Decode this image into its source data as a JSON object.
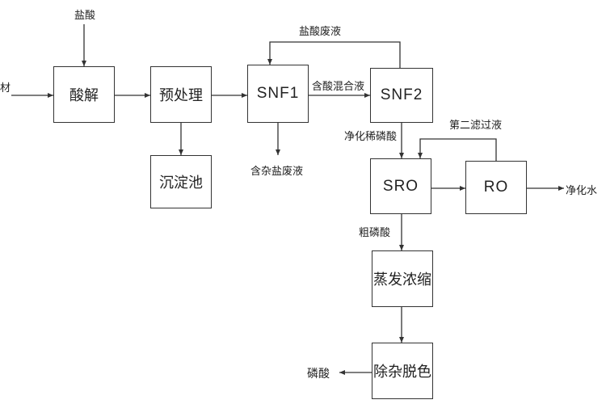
{
  "diagram": {
    "nodes": {
      "acid_hydrolysis": "酸解",
      "pretreatment": "预处理",
      "sedimentation_tank": "沉淀池",
      "snf1": "SNF1",
      "snf2": "SNF2",
      "sro": "SRO",
      "ro": "RO",
      "evaporation": "蒸发浓缩",
      "decolor": "除杂脱色"
    },
    "labels": {
      "hydrochloric_acid": "盐酸",
      "input_material": "材",
      "waste_hcl": "盐酸废液",
      "mixed_acid": "含酸混合液",
      "impure_hcl": "含杂盐废液",
      "purified_dilute_pa": "净化稀磷酸",
      "second_filtrate": "第二滤过液",
      "purified_water": "净化水",
      "crude_pa": "粗磷酸",
      "phosphoric_acid": "磷酸"
    },
    "edges": [
      {
        "from": "input_material",
        "to": "acid_hydrolysis"
      },
      {
        "from": "hydrochloric_acid",
        "to": "acid_hydrolysis"
      },
      {
        "from": "acid_hydrolysis",
        "to": "pretreatment"
      },
      {
        "from": "pretreatment",
        "to": "sedimentation_tank"
      },
      {
        "from": "pretreatment",
        "to": "snf1"
      },
      {
        "from": "snf1",
        "to": "snf2",
        "label": "含酸混合液"
      },
      {
        "from": "snf2",
        "to": "snf1",
        "label": "盐酸废液"
      },
      {
        "from": "snf1",
        "to": "impure_hcl"
      },
      {
        "from": "snf2",
        "to": "sro",
        "label": "净化稀磷酸"
      },
      {
        "from": "sro",
        "to": "ro"
      },
      {
        "from": "ro",
        "to": "sro",
        "label": "第二滤过液"
      },
      {
        "from": "ro",
        "to": "purified_water"
      },
      {
        "from": "sro",
        "to": "evaporation",
        "label": "粗磷酸"
      },
      {
        "from": "evaporation",
        "to": "decolor"
      },
      {
        "from": "decolor",
        "to": "phosphoric_acid"
      }
    ]
  }
}
